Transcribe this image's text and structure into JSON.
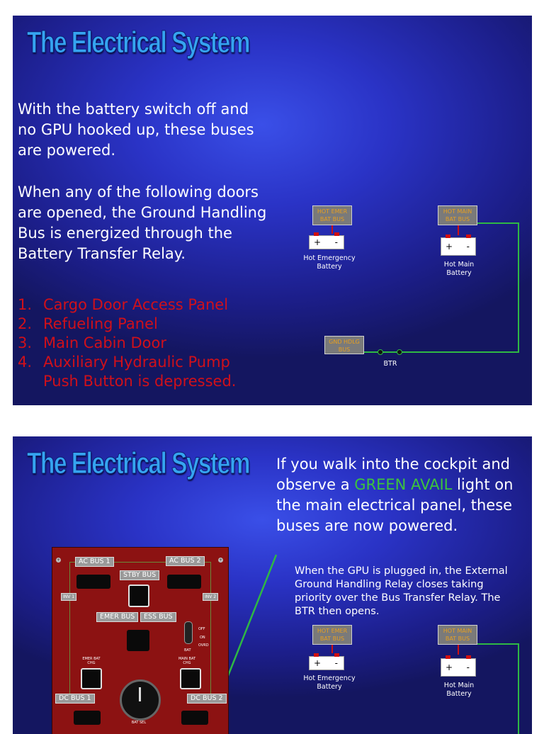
{
  "slide1": {
    "title": "The Electrical System",
    "para1": "With the battery switch off and no GPU hooked up, these buses are powered.",
    "para2": "When any of the following doors are opened, the Ground Handling Bus is energized through the Battery Transfer Relay.",
    "list": [
      {
        "num": "1.",
        "text": "Cargo Door Access Panel"
      },
      {
        "num": "2.",
        "text": "Refueling Panel"
      },
      {
        "num": "3.",
        "text": "Main Cabin Door"
      },
      {
        "num": "4.",
        "text": "Auxiliary Hydraulic Pump"
      }
    ],
    "list_cont": "Push Button is depressed.",
    "diagram": {
      "hot_emer_bus": "HOT EMER BAT BUS",
      "hot_main_bus": "HOT MAIN BAT BUS",
      "gnd_hdlg_bus": "GND HDLG BUS",
      "hot_emer_batt": "Hot Emergency Battery",
      "hot_main_batt": "Hot Main Battery",
      "btr": "BTR",
      "plus": "+",
      "minus": "-"
    }
  },
  "slide2": {
    "title": "The Electrical System",
    "text_pre": "If you walk into the cockpit and observe a",
    "text_green": "GREEN AVAIL",
    "text_post": "light on the main electrical panel, these buses are now powered.",
    "small": "When the GPU is plugged in, the External Ground Handling Relay closes taking priority over the Bus Transfer Relay.  The BTR then opens.",
    "diagram": {
      "hot_emer_bus": "HOT EMER BAT BUS",
      "hot_main_bus": "HOT MAIN BAT BUS",
      "hot_emer_batt": "Hot Emergency Battery",
      "hot_main_batt": "Hot Main Battery",
      "plus": "+",
      "minus": "-"
    },
    "panel": {
      "ac_bus_1": "AC BUS 1",
      "ac_bus_2": "AC BUS 2",
      "stby_bus": "STBY BUS",
      "inv1": "INV 1",
      "inv2": "INV 2",
      "emer_bus": "EMER BUS",
      "ess_bus": "ESS BUS",
      "off": "OFF",
      "on": "ON",
      "ovrd": "OVRD",
      "bat": "BAT",
      "emer_bat_chg": "EMER BAT CHG",
      "main_bat_chg": "MAIN BAT CHG",
      "dc_bus_1": "DC BUS 1",
      "dc_bus_2": "DC BUS 2",
      "bat_sel": "BAT SEL"
    }
  },
  "colors": {
    "title": "#35a4f0",
    "list_red": "#d0101a",
    "avail_green": "#3cc43c",
    "wire_green": "#2fb844",
    "bus_text": "#e8a020",
    "panel_red": "#8c1212"
  }
}
